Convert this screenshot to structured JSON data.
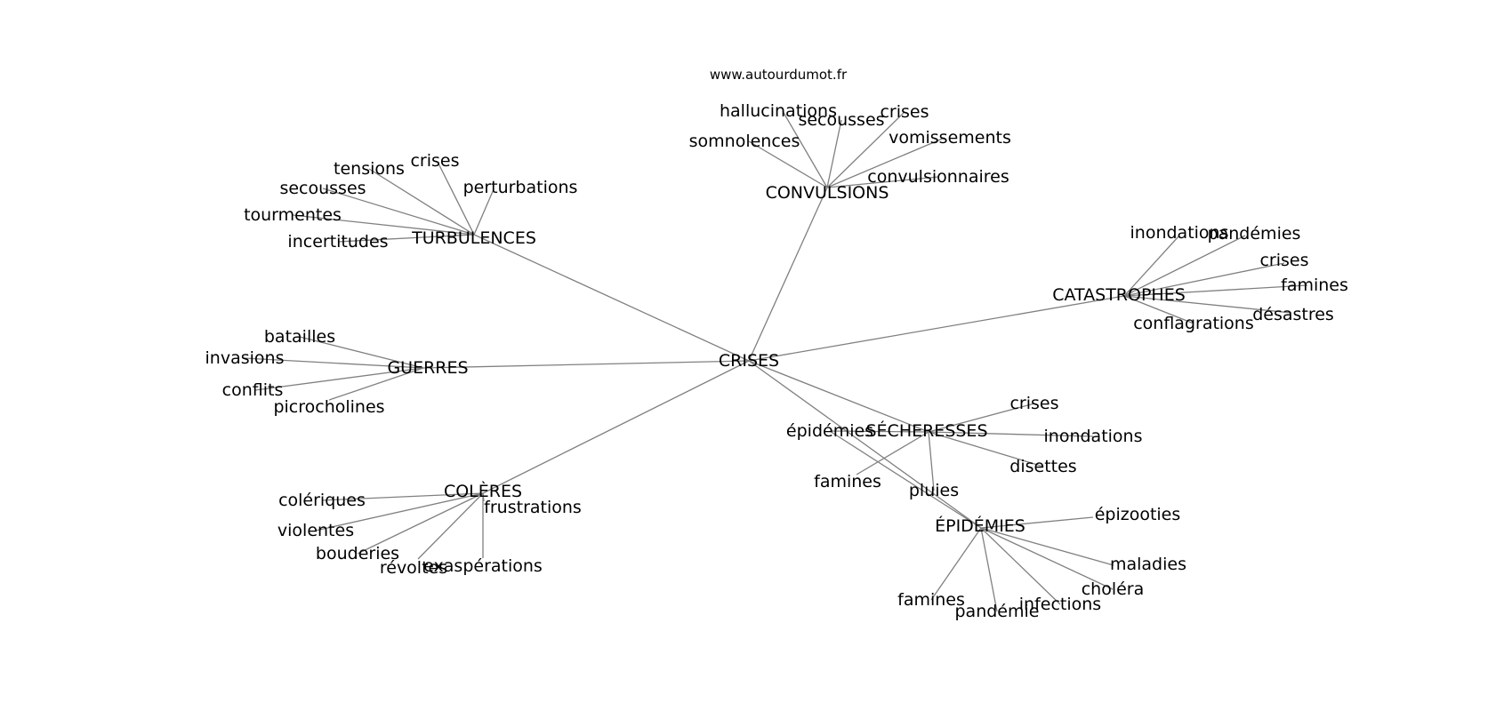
{
  "site": "www.autourdumot.fr",
  "center": {
    "id": "crises_center",
    "label": "CRISES"
  },
  "clusters": [
    {
      "id": "convulsions",
      "label": "CONVULSIONS",
      "leaves": [
        {
          "id": "conv_hallucinations",
          "label": "hallucinations"
        },
        {
          "id": "conv_secousses",
          "label": "secousses"
        },
        {
          "id": "conv_crises",
          "label": "crises"
        },
        {
          "id": "conv_somnolences",
          "label": "somnolences"
        },
        {
          "id": "conv_vomissements",
          "label": "vomissements"
        },
        {
          "id": "conv_convulsionnaires",
          "label": "convulsionnaires"
        }
      ]
    },
    {
      "id": "turbulences",
      "label": "TURBULENCES",
      "leaves": [
        {
          "id": "turb_tensions",
          "label": "tensions"
        },
        {
          "id": "turb_crises",
          "label": "crises"
        },
        {
          "id": "turb_secousses",
          "label": "secousses"
        },
        {
          "id": "turb_perturbations",
          "label": "perturbations"
        },
        {
          "id": "turb_tourmentes",
          "label": "tourmentes"
        },
        {
          "id": "turb_incertitudes",
          "label": "incertitudes"
        }
      ]
    },
    {
      "id": "catastrophes",
      "label": "CATASTROPHES",
      "leaves": [
        {
          "id": "cat_inondations",
          "label": "inondations"
        },
        {
          "id": "cat_pandemies",
          "label": "pandémies"
        },
        {
          "id": "cat_crises",
          "label": "crises"
        },
        {
          "id": "cat_famines",
          "label": "famines"
        },
        {
          "id": "cat_desastres",
          "label": "désastres"
        },
        {
          "id": "cat_conflagrations",
          "label": "conflagrations"
        }
      ]
    },
    {
      "id": "guerres",
      "label": "GUERRES",
      "leaves": [
        {
          "id": "guer_batailles",
          "label": "batailles"
        },
        {
          "id": "guer_invasions",
          "label": "invasions"
        },
        {
          "id": "guer_conflits",
          "label": "conflits"
        },
        {
          "id": "guer_picrocholines",
          "label": "picrocholines"
        }
      ]
    },
    {
      "id": "secheresses",
      "label": "SÉCHERESSES",
      "leaves": [
        {
          "id": "sech_crises",
          "label": "crises"
        },
        {
          "id": "sech_epidemies",
          "label": "épidémies"
        },
        {
          "id": "sech_inondations",
          "label": "inondations"
        },
        {
          "id": "sech_disettes",
          "label": "disettes"
        },
        {
          "id": "sech_famines",
          "label": "famines"
        },
        {
          "id": "sech_pluies",
          "label": "pluies"
        }
      ]
    },
    {
      "id": "coleres",
      "label": "COLÈRES",
      "leaves": [
        {
          "id": "col_coleriques",
          "label": "colériques"
        },
        {
          "id": "col_frustrations",
          "label": "frustrations"
        },
        {
          "id": "col_violentes",
          "label": "violentes"
        },
        {
          "id": "col_bouderies",
          "label": "bouderies"
        },
        {
          "id": "col_revoltes",
          "label": "révoltes"
        },
        {
          "id": "col_exasperations",
          "label": "exaspérations"
        }
      ]
    },
    {
      "id": "epidemies",
      "label": "ÉPIDÉMIES",
      "leaves": [
        {
          "id": "epi_epizooties",
          "label": "épizooties"
        },
        {
          "id": "epi_maladies",
          "label": "maladies"
        },
        {
          "id": "epi_cholera",
          "label": "choléra"
        },
        {
          "id": "epi_infections",
          "label": "infections"
        },
        {
          "id": "epi_pandemie",
          "label": "pandémie"
        },
        {
          "id": "epi_famines",
          "label": "famines"
        }
      ]
    }
  ],
  "extra_edges": [
    {
      "from": "sech_epidemies",
      "to": "epidemies"
    }
  ],
  "colors": {
    "edge": "#808080",
    "text": "#000000",
    "background": "#ffffff"
  }
}
